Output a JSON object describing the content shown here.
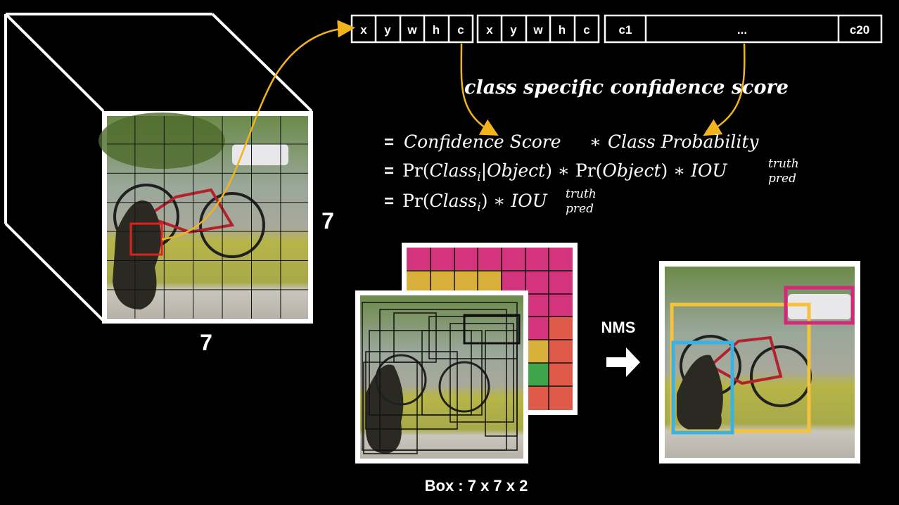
{
  "tensor_vector": {
    "box1": [
      "x",
      "y",
      "w",
      "h",
      "c"
    ],
    "box2": [
      "x",
      "y",
      "w",
      "h",
      "c"
    ],
    "classes": [
      "c1",
      "...",
      "c20"
    ]
  },
  "grid_labels": {
    "height": "7",
    "width": "7"
  },
  "formula": {
    "heading": "class specific confidence score",
    "eq": "=",
    "line1_left": "Confidence Score",
    "line1_op": "∗",
    "line1_right": "Class Probability",
    "pr": "Pr",
    "class_i": "Class",
    "i": "i",
    "object": "Object",
    "iou": "IOU",
    "truth": "truth",
    "pred": "pred",
    "star": "∗"
  },
  "nms_label": "NMS",
  "box_caption": "Box : 7 x 7 x 2",
  "colors": {
    "arrow": "#f2b31c",
    "cell_highlight": "#e0201c",
    "box_yellow": "#f6c23c",
    "box_blue": "#3bb2e5",
    "box_magenta": "#d5287a"
  }
}
